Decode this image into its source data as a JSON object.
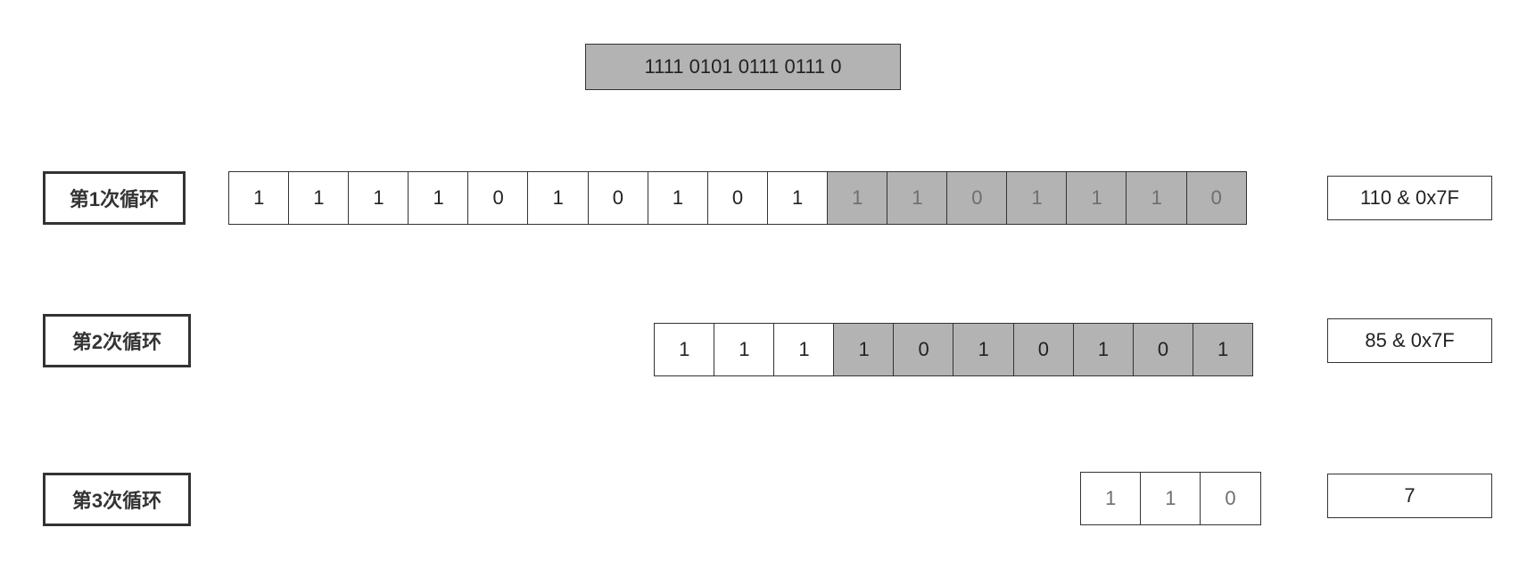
{
  "header": {
    "value": "1111 0101 0111 0111 0"
  },
  "rows": [
    {
      "label": "第1次循环",
      "bits": [
        {
          "v": "1",
          "shaded": false,
          "light": false
        },
        {
          "v": "1",
          "shaded": false,
          "light": false
        },
        {
          "v": "1",
          "shaded": false,
          "light": false
        },
        {
          "v": "1",
          "shaded": false,
          "light": false
        },
        {
          "v": "0",
          "shaded": false,
          "light": false
        },
        {
          "v": "1",
          "shaded": false,
          "light": false
        },
        {
          "v": "0",
          "shaded": false,
          "light": false
        },
        {
          "v": "1",
          "shaded": false,
          "light": false
        },
        {
          "v": "0",
          "shaded": false,
          "light": false
        },
        {
          "v": "1",
          "shaded": false,
          "light": false
        },
        {
          "v": "1",
          "shaded": true,
          "light": true
        },
        {
          "v": "1",
          "shaded": true,
          "light": true
        },
        {
          "v": "0",
          "shaded": true,
          "light": true
        },
        {
          "v": "1",
          "shaded": true,
          "light": true
        },
        {
          "v": "1",
          "shaded": true,
          "light": true
        },
        {
          "v": "1",
          "shaded": true,
          "light": true
        },
        {
          "v": "0",
          "shaded": true,
          "light": true
        }
      ],
      "result": "110 & 0x7F"
    },
    {
      "label": "第2次循环",
      "bits": [
        {
          "v": "1",
          "shaded": false,
          "light": false
        },
        {
          "v": "1",
          "shaded": false,
          "light": false
        },
        {
          "v": "1",
          "shaded": false,
          "light": false
        },
        {
          "v": "1",
          "shaded": true,
          "light": false
        },
        {
          "v": "0",
          "shaded": true,
          "light": false
        },
        {
          "v": "1",
          "shaded": true,
          "light": false
        },
        {
          "v": "0",
          "shaded": true,
          "light": false
        },
        {
          "v": "1",
          "shaded": true,
          "light": false
        },
        {
          "v": "0",
          "shaded": true,
          "light": false
        },
        {
          "v": "1",
          "shaded": true,
          "light": false
        }
      ],
      "result": "85 & 0x7F"
    },
    {
      "label": "第3次循环",
      "bits": [
        {
          "v": "1",
          "shaded": false,
          "light": true
        },
        {
          "v": "1",
          "shaded": false,
          "light": true
        },
        {
          "v": "0",
          "shaded": false,
          "light": true
        }
      ],
      "result": "7"
    }
  ]
}
